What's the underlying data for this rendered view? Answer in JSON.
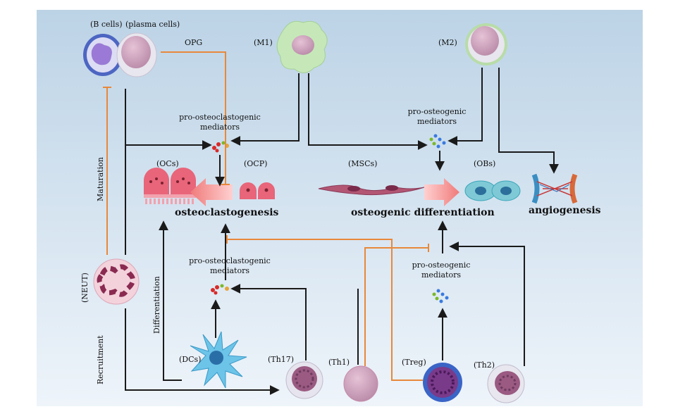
{
  "labels": {
    "b_cells": "(B cells)",
    "plasma_cells": "(plasma cells)",
    "opg": "OPG",
    "m1": "(M1)",
    "m2": "(M2)",
    "pro_osteoclastogenic_top_1": "pro-osteoclastogenic",
    "pro_osteoclastogenic_top_2": "mediators",
    "pro_osteogenic_top_1": "pro-osteogenic",
    "pro_osteogenic_top_2": "mediators",
    "ocs": "(OCs)",
    "ocp": "(OCP)",
    "mscs": "(MSCs)",
    "obs": "(OBs)",
    "osteoclastogenesis": "osteoclastogenesis",
    "osteogenic_differentiation": "osteogenic differentiation",
    "angiogenesis": "angiogenesis",
    "maturation": "Maturation",
    "neut": "(NEUT)",
    "differentiation": "Differentiation",
    "pro_osteoclastogenic_bottom_1": "pro-osteoclastogenic",
    "pro_osteoclastogenic_bottom_2": "mediators",
    "pro_osteogenic_bottom_1": "pro-osteogenic",
    "pro_osteogenic_bottom_2": "mediators",
    "recruitment": "Recruitment",
    "dcs": "(DCs)",
    "th17": "(Th17)",
    "th1": "(Th1)",
    "treg": "(Treg)",
    "th2": "(Th2)"
  },
  "colors": {
    "background_top": "#bcd3e6",
    "background_bottom": "#eaf1f8",
    "activation_line": "#1a1a1a",
    "inhibition_line": "#e8883a",
    "process_arrow": "#f08a8a",
    "osteoclast": "#e8657a",
    "osteoblast": "#3aa6b9"
  }
}
